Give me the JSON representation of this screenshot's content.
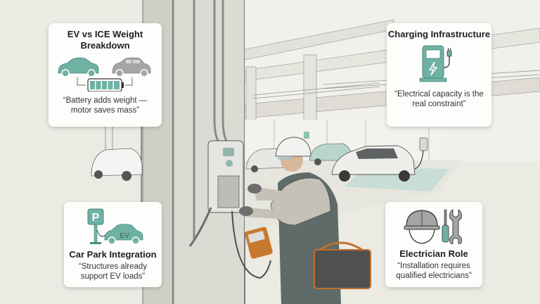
{
  "scene": {
    "description": "Illustrated car park scene with electrician installing EV charger",
    "colors": {
      "background": "#ebeae3",
      "card": "#fdfdfc",
      "accent_teal": "#6fb1a3",
      "icon_gray": "#a3a3a3",
      "text_dark": "#1e1e1e"
    }
  },
  "cards": [
    {
      "id": "ev-vs-ice",
      "title": "EV vs ICE Weight Breakdown",
      "icon": "cars-battery-icon",
      "quote": "“Battery adds weight — motor saves mass”"
    },
    {
      "id": "charging-infrastructure",
      "title": "Charging Infrastructure",
      "icon": "charging-station-icon",
      "quote": "“Electrical capacity is the real constraint”"
    },
    {
      "id": "car-park-integration",
      "title": "Car Park Integration",
      "icon": "parking-ev-icon",
      "icon_label_p": "P",
      "icon_label_ev": "EV",
      "quote": "“Structures already support EV loads”"
    },
    {
      "id": "electrician-role",
      "title": "Electrician Role",
      "icon": "hardhat-tools-icon",
      "quote": "“Installation requires qualified electricians”"
    }
  ]
}
